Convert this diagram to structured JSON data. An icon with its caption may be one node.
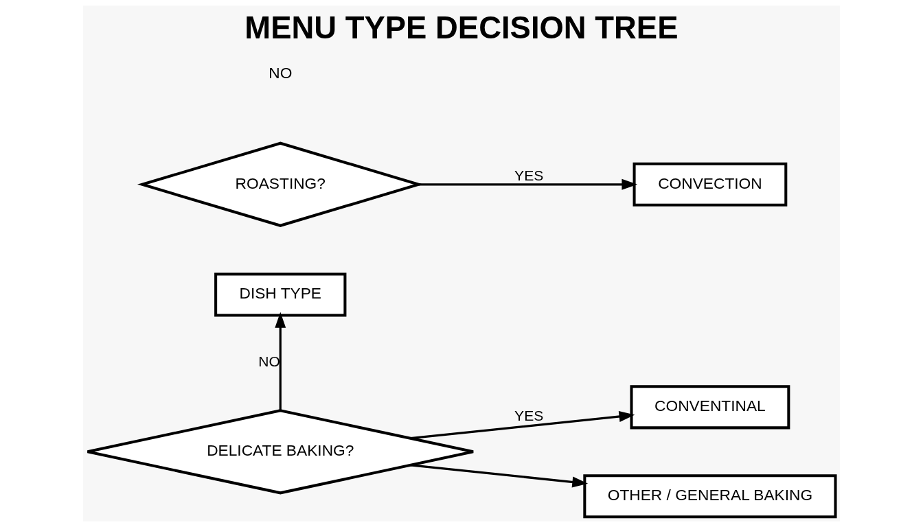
{
  "diagram": {
    "title": "MENU TYPE DECISION TREE",
    "nodes": [
      {
        "text": [
          "DISH TYPE"
        ]
      },
      {
        "text": [
          "ROASTING?"
        ]
      },
      {
        "text": [
          "CONVECTION"
        ]
      },
      {
        "text": [
          "DELICATE BAKING?"
        ]
      },
      {
        "text": [
          "CONVENTINAL"
        ]
      },
      {
        "text": [
          "OTHER / GENERAL BAKING"
        ]
      }
    ],
    "edges": [
      {
        "from": 1,
        "to": 2,
        "arrow": "to",
        "label": "YES"
      },
      {
        "from": 3,
        "to": 0,
        "arrow": "to",
        "label": "NO"
      },
      {
        "from": 3,
        "to": 4,
        "arrow": "to",
        "label": "YES"
      },
      {
        "from": 3,
        "to": 5,
        "arrow": "to"
      }
    ],
    "labels": [
      "NO"
    ]
  }
}
